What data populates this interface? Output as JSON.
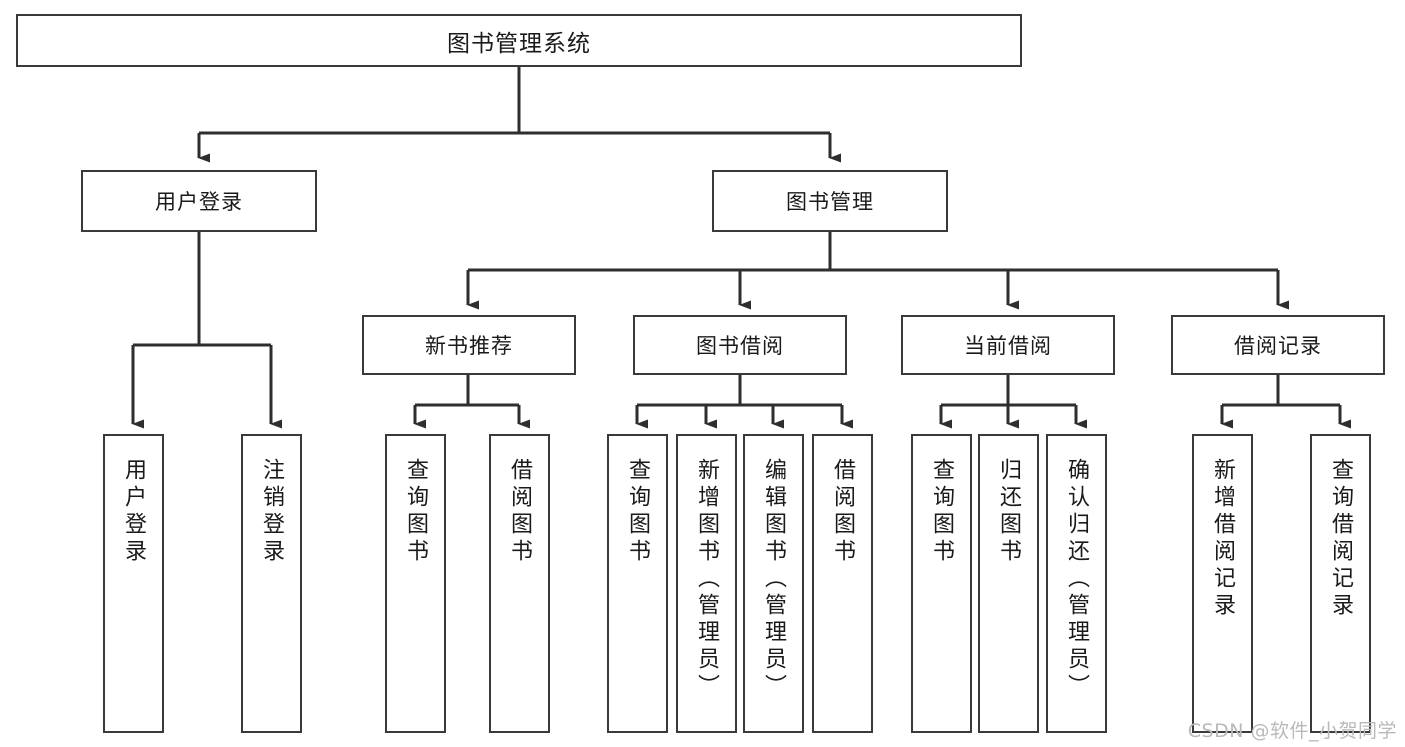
{
  "diagram": {
    "title": "图书管理系统",
    "watermark": "CSDN @软件_小贺同学",
    "colors": {
      "box_border": "#3a3a3a",
      "box_fill": "#ffffff",
      "connector": "#2e2e2e",
      "text": "#1a1a1a",
      "watermark": "#b9b9b9"
    },
    "root": {
      "label": "图书管理系统"
    },
    "level1": [
      {
        "label": "用户登录"
      },
      {
        "label": "图书管理"
      }
    ],
    "level2": [
      {
        "label": "新书推荐"
      },
      {
        "label": "图书借阅"
      },
      {
        "label": "当前借阅"
      },
      {
        "label": "借阅记录"
      }
    ],
    "leaves": {
      "user_login": [
        {
          "label": "用户登录"
        },
        {
          "label": "注销登录"
        }
      ],
      "new_book_recommend": [
        {
          "label": "查询图书"
        },
        {
          "label": "借阅图书"
        }
      ],
      "book_borrow": [
        {
          "label": "查询图书"
        },
        {
          "label": "新增图书（管理员）"
        },
        {
          "label": "编辑图书（管理员）"
        },
        {
          "label": "借阅图书"
        }
      ],
      "current_borrow": [
        {
          "label": "查询图书"
        },
        {
          "label": "归还图书"
        },
        {
          "label": "确认归还（管理员）"
        }
      ],
      "borrow_record": [
        {
          "label": "新增借阅记录"
        },
        {
          "label": "查询借阅记录"
        }
      ]
    }
  },
  "chart_data": {
    "type": "table",
    "title": "图书管理系统 功能结构图",
    "nodes": [
      {
        "id": "root",
        "label": "图书管理系统",
        "level": 0,
        "parent": null
      },
      {
        "id": "user_login",
        "label": "用户登录",
        "level": 1,
        "parent": "root"
      },
      {
        "id": "book_manage",
        "label": "图书管理",
        "level": 1,
        "parent": "root"
      },
      {
        "id": "new_book_recommend",
        "label": "新书推荐",
        "level": 2,
        "parent": "book_manage"
      },
      {
        "id": "book_borrow",
        "label": "图书借阅",
        "level": 2,
        "parent": "book_manage"
      },
      {
        "id": "current_borrow",
        "label": "当前借阅",
        "level": 2,
        "parent": "book_manage"
      },
      {
        "id": "borrow_record",
        "label": "借阅记录",
        "level": 2,
        "parent": "book_manage"
      },
      {
        "id": "leaf_user_login",
        "label": "用户登录",
        "level": 2,
        "parent": "user_login"
      },
      {
        "id": "leaf_logout",
        "label": "注销登录",
        "level": 2,
        "parent": "user_login"
      },
      {
        "id": "leaf_nbr_query",
        "label": "查询图书",
        "level": 3,
        "parent": "new_book_recommend"
      },
      {
        "id": "leaf_nbr_borrow",
        "label": "借阅图书",
        "level": 3,
        "parent": "new_book_recommend"
      },
      {
        "id": "leaf_bb_query",
        "label": "查询图书",
        "level": 3,
        "parent": "book_borrow"
      },
      {
        "id": "leaf_bb_add",
        "label": "新增图书（管理员）",
        "level": 3,
        "parent": "book_borrow"
      },
      {
        "id": "leaf_bb_edit",
        "label": "编辑图书（管理员）",
        "level": 3,
        "parent": "book_borrow"
      },
      {
        "id": "leaf_bb_borrow",
        "label": "借阅图书",
        "level": 3,
        "parent": "book_borrow"
      },
      {
        "id": "leaf_cb_query",
        "label": "查询图书",
        "level": 3,
        "parent": "current_borrow"
      },
      {
        "id": "leaf_cb_return",
        "label": "归还图书",
        "level": 3,
        "parent": "current_borrow"
      },
      {
        "id": "leaf_cb_confirm",
        "label": "确认归还（管理员）",
        "level": 3,
        "parent": "current_borrow"
      },
      {
        "id": "leaf_br_add",
        "label": "新增借阅记录",
        "level": 3,
        "parent": "borrow_record"
      },
      {
        "id": "leaf_br_query",
        "label": "查询借阅记录",
        "level": 3,
        "parent": "borrow_record"
      }
    ],
    "edges": [
      [
        "root",
        "user_login"
      ],
      [
        "root",
        "book_manage"
      ],
      [
        "book_manage",
        "new_book_recommend"
      ],
      [
        "book_manage",
        "book_borrow"
      ],
      [
        "book_manage",
        "current_borrow"
      ],
      [
        "book_manage",
        "borrow_record"
      ],
      [
        "user_login",
        "leaf_user_login"
      ],
      [
        "user_login",
        "leaf_logout"
      ],
      [
        "new_book_recommend",
        "leaf_nbr_query"
      ],
      [
        "new_book_recommend",
        "leaf_nbr_borrow"
      ],
      [
        "book_borrow",
        "leaf_bb_query"
      ],
      [
        "book_borrow",
        "leaf_bb_add"
      ],
      [
        "book_borrow",
        "leaf_bb_edit"
      ],
      [
        "book_borrow",
        "leaf_bb_borrow"
      ],
      [
        "current_borrow",
        "leaf_cb_query"
      ],
      [
        "current_borrow",
        "leaf_cb_return"
      ],
      [
        "current_borrow",
        "leaf_cb_confirm"
      ],
      [
        "borrow_record",
        "leaf_br_add"
      ],
      [
        "borrow_record",
        "leaf_br_query"
      ]
    ]
  }
}
